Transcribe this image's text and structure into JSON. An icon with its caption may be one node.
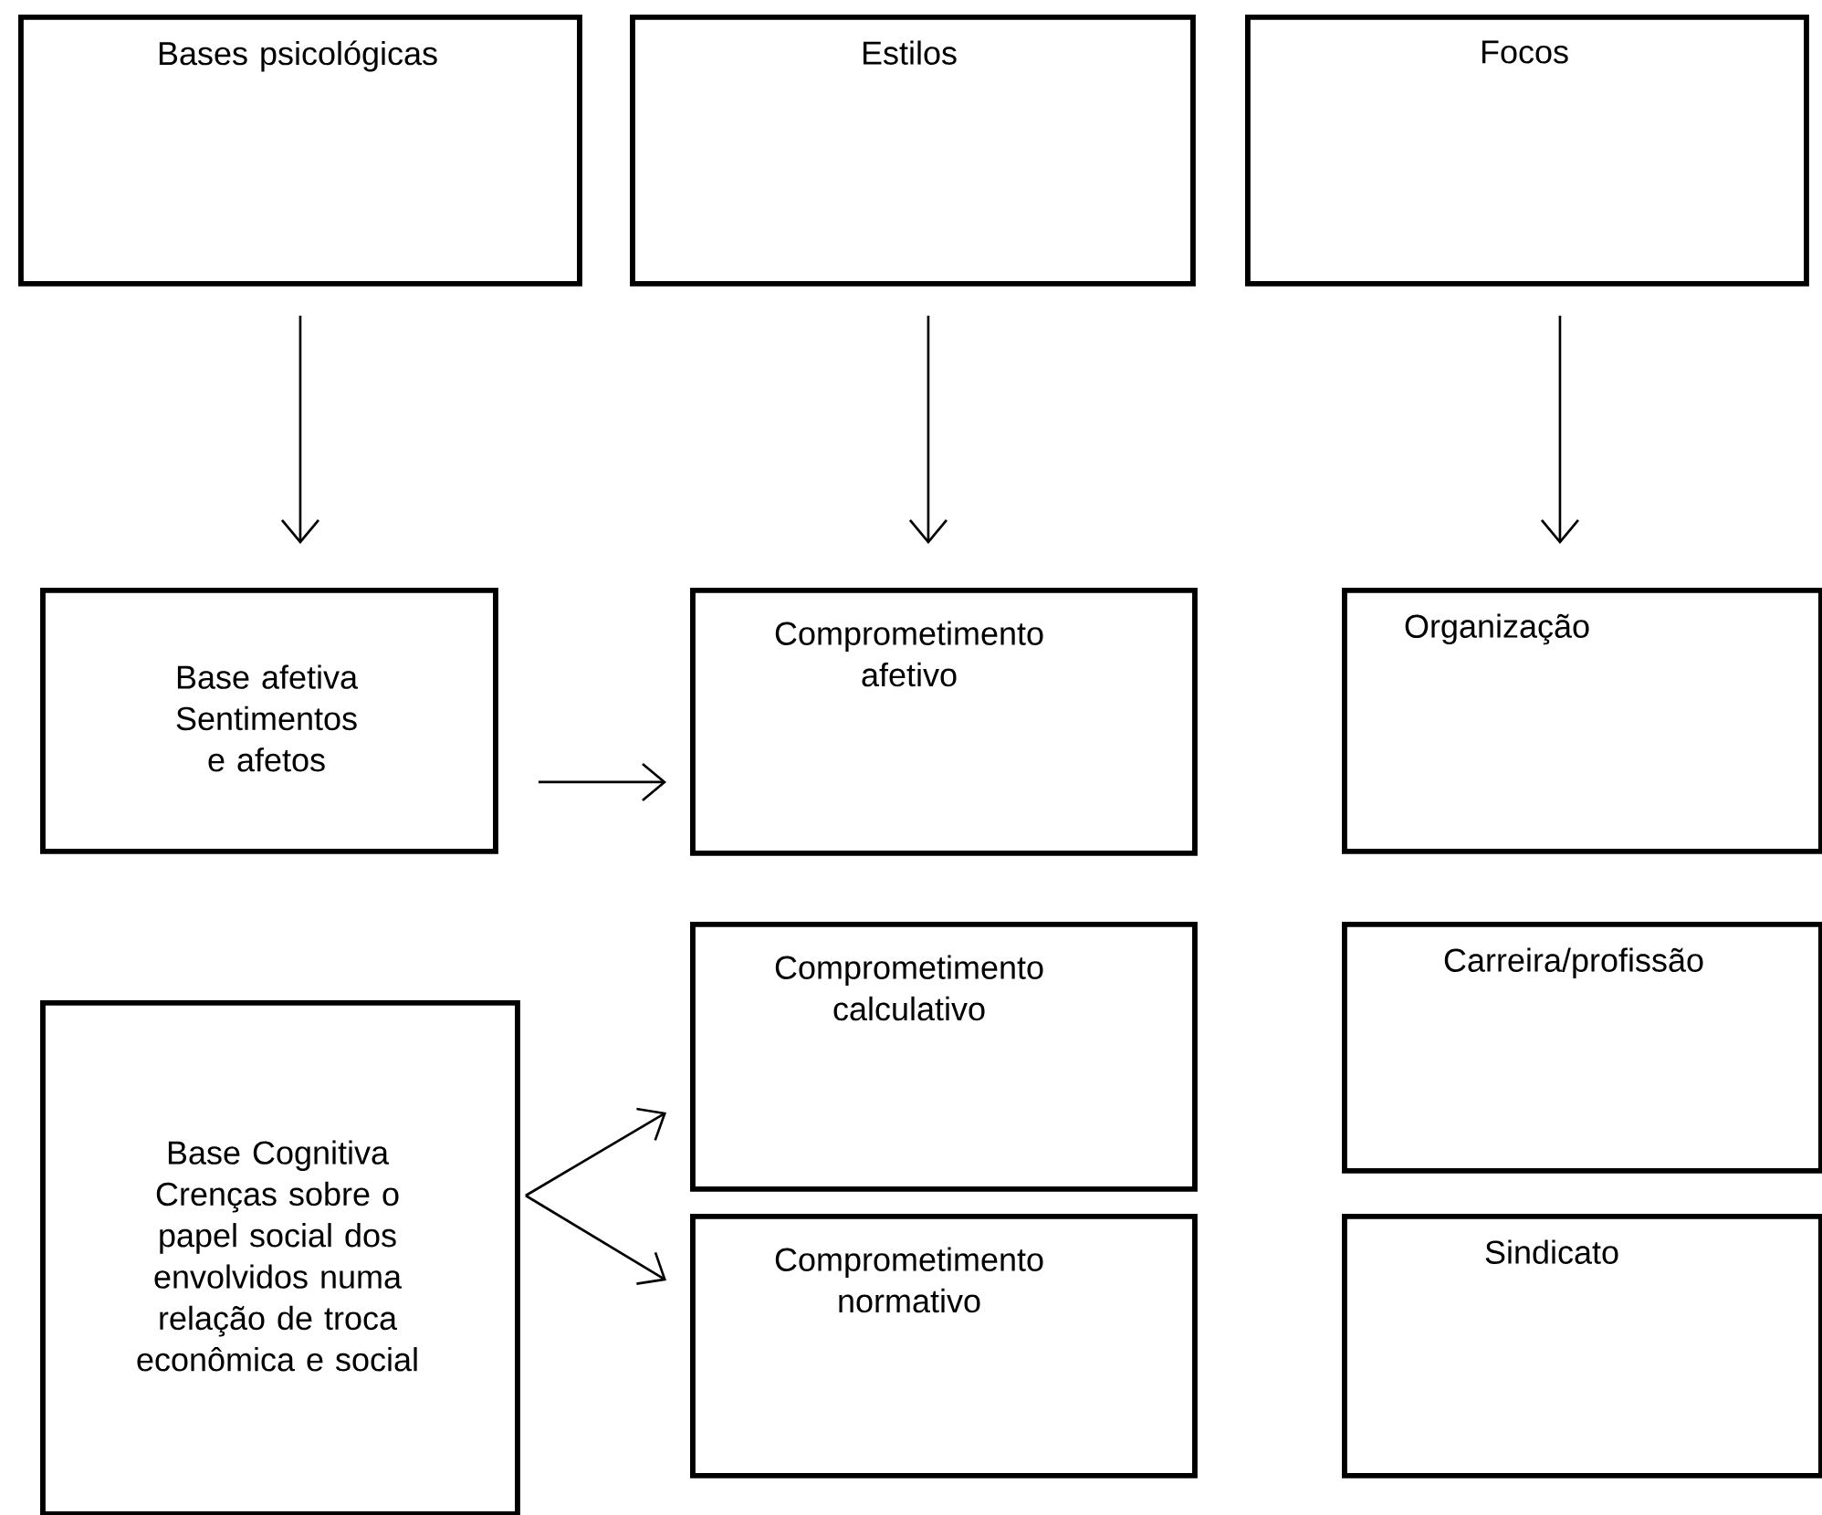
{
  "diagram": {
    "nodes": [
      {
        "text": [
          "Bases psicológicas"
        ]
      },
      {
        "text": [
          "Estilos"
        ]
      },
      {
        "text": [
          "Focos"
        ]
      },
      {
        "text": [
          "Base afetiva",
          "Sentimentos e afetos"
        ]
      },
      {
        "text": [
          "Comprometimento afetivo"
        ]
      },
      {
        "text": [
          "Organização"
        ]
      },
      {
        "text": [
          "Comprometimento calculativo"
        ]
      },
      {
        "text": [
          "Carreira/profissão"
        ]
      },
      {
        "text": [
          "Base Cognitiva",
          "Crenças sobre o papel social dos envolvidos numa relação de troca econômica e social"
        ]
      },
      {
        "text": [
          "Comprometimento normativo"
        ]
      },
      {
        "text": [
          "Sindicato"
        ]
      }
    ],
    "edges": [
      {
        "from": 0,
        "to": 3,
        "arrow": "to"
      },
      {
        "from": 1,
        "to": 4,
        "arrow": "to"
      },
      {
        "from": 2,
        "to": 5,
        "arrow": "to"
      },
      {
        "from": 3,
        "to": 4,
        "arrow": "to"
      },
      {
        "from": 8,
        "to": 6,
        "arrow": "to"
      },
      {
        "from": 8,
        "to": 9,
        "arrow": "to"
      }
    ]
  }
}
